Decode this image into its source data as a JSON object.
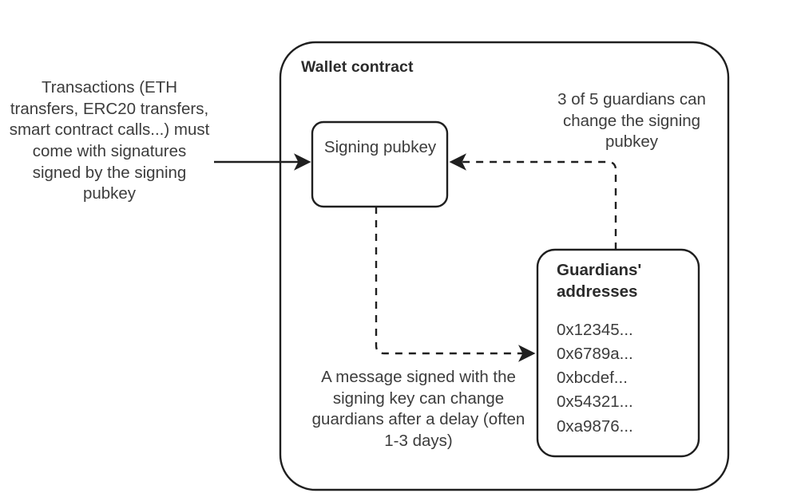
{
  "diagram": {
    "title": "Wallet contract",
    "stroke_color": "#1f1f1f",
    "text_color": "#3c3c3c",
    "background": "#ffffff"
  },
  "annotations": {
    "incoming_transactions": "Transactions (ETH transfers, ERC20 transfers, smart contract calls...) must come with signatures signed by the signing pubkey",
    "guardian_recovery": "3 of 5 guardians can change the signing pubkey",
    "guardian_change_delay": "A message signed with the signing key can change guardians after a delay (often 1-3 days)"
  },
  "nodes": {
    "signing_pubkey": {
      "label": "Signing pubkey"
    },
    "guardians": {
      "heading": "Guardians' addresses",
      "addresses": [
        "0x12345...",
        "0x6789a...",
        "0xbcdef...",
        "0x54321...",
        "0xa9876..."
      ],
      "addresses_text": "0x12345...\n0x6789a...\n0xbcdef...\n0x54321...\n0xa9876..."
    }
  },
  "edges": {
    "transactions_to_signing": {
      "style": "solid",
      "arrow": "end"
    },
    "guardians_to_signing": {
      "style": "dashed",
      "arrow": "end"
    },
    "signing_to_guardians": {
      "style": "dashed",
      "arrow": "end"
    }
  }
}
